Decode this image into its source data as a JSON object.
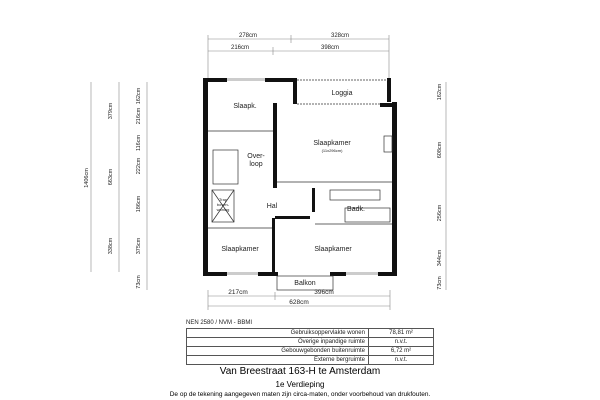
{
  "plan": {
    "top_dims": {
      "row1": [
        "278cm",
        "328cm"
      ],
      "row2": [
        "216cm",
        "398cm"
      ]
    },
    "bottom_dims": {
      "row1": [
        "217cm",
        "396cm"
      ],
      "total": "628cm"
    },
    "left_dims": {
      "total": "1406cm",
      "mid": [
        "379cm",
        "663cm",
        "338cm"
      ],
      "detail": [
        "162cm",
        "216cm",
        "116cm",
        "222cm",
        "186cm",
        "375cm",
        "73cm"
      ]
    },
    "right_dims": [
      "162cm",
      "608cm",
      "256cm",
      "344cm",
      "73cm"
    ],
    "rooms": {
      "slaapk": "Slaapk.",
      "loggia": "Loggia",
      "slaapkamer_main": "Slaapkamer",
      "slaapkamer_main_size": "(11x296cm)",
      "overloop1": "Over-",
      "overloop2": "loop",
      "hal": "Hal",
      "badk": "Badk.",
      "trap1": "Trap",
      "trap2": "boven-",
      "trap3": "woning",
      "slaapkamer_left": "Slaapkamer",
      "slaapkamer_right": "Slaapkamer",
      "balkon": "Balkon"
    }
  },
  "info": {
    "norm": "NEN 2580 / NVM - BBMI",
    "rows": [
      {
        "label": "Gebruiksoppervlakte wonen",
        "value": "78,81 m²"
      },
      {
        "label": "Overige inpandige ruimte",
        "value": "n.v.t."
      },
      {
        "label": "Gebouwgebonden buitenruimte",
        "value": "6,72 m²"
      },
      {
        "label": "Externe bergruimte",
        "value": "n.v.t."
      }
    ]
  },
  "title": "Van Breestraat 163-H te Amsterdam",
  "subtitle": "1e Verdieping",
  "note": "De op de tekening aangegeven maten zijn circa-maten, onder voorbehoud van drukfouten."
}
